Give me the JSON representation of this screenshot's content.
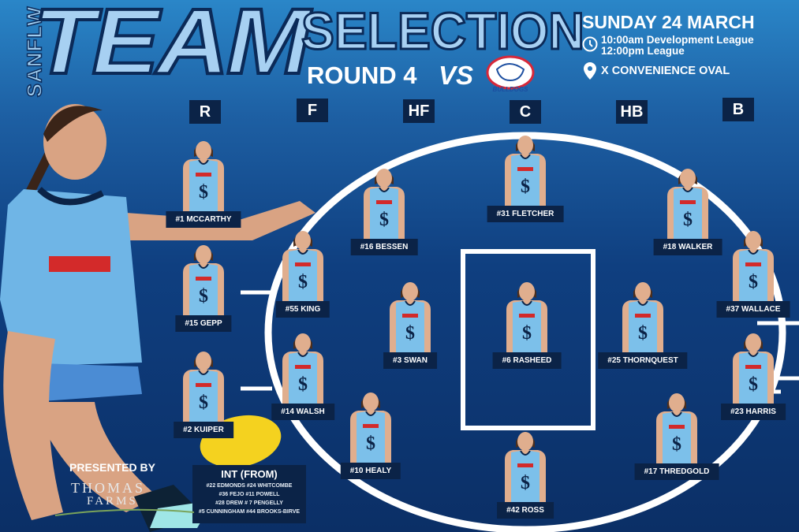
{
  "header": {
    "league": "SANFLW",
    "title_1": "TEAM",
    "title_2": "SELECTION",
    "round": "ROUND 4",
    "vs": "VS",
    "opponent_logo_text": "BULLDOGS",
    "date": "SUNDAY 24 MARCH",
    "time_1": "10:00am Development League",
    "time_2": "12:00pm League",
    "venue": "X CONVENIENCE OVAL",
    "clock_icon": "clock-icon",
    "location_icon": "map-pin-icon"
  },
  "positions": [
    "R",
    "F",
    "HF",
    "C",
    "HB",
    "B"
  ],
  "players": [
    "#1 MCCARTHY",
    "#15 GEPP",
    "#2 KUIPER",
    "#55 KING",
    "#14 WALSH",
    "#16 BESSEN",
    "#3 SWAN",
    "#10 HEALY",
    "#31 FLETCHER",
    "#6 RASHEED",
    "#42 ROSS",
    "#18 WALKER",
    "#25 THORNQUEST",
    "#17 THREDGOLD",
    "#37 WALLACE",
    "#23 HARRIS"
  ],
  "interchange": {
    "title": "INT (FROM)",
    "lines": [
      "#22 EDMONDS  #24 WHITCOMBE",
      "#36 FEJO  #11 POWELL",
      "#28 DREW   # 7 PENGELLY",
      "#5 CUNNINGHAM  #44 BROOKS-BIRVE"
    ]
  },
  "sponsor": {
    "presented_by": "PRESENTED BY",
    "name_1": "THOMAS",
    "name_2": "FARMS"
  },
  "colors": {
    "jersey": "#7cc0ea",
    "navy": "#0b2347",
    "title": "#a7d0f2"
  }
}
